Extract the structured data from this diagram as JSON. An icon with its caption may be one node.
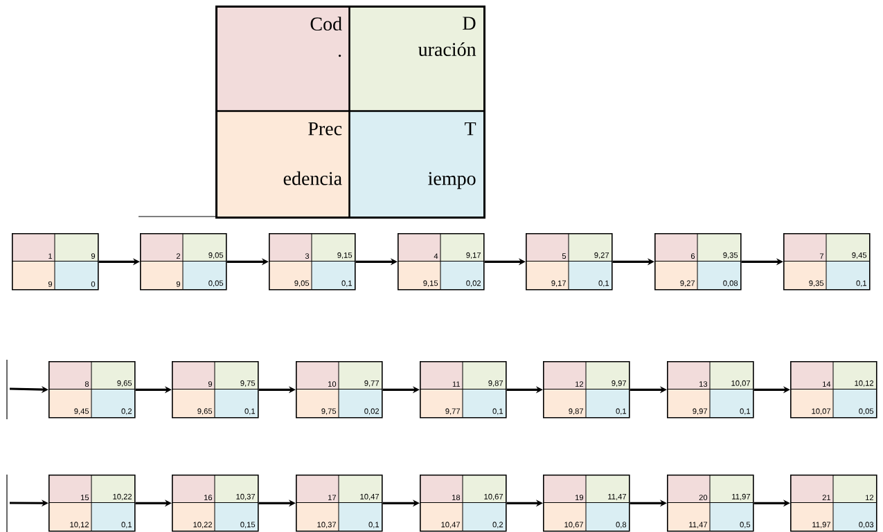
{
  "diagram": {
    "nodes": [
      {
        "text": [
          "Cod .",
          "D uración",
          "Prec edencia",
          "T iempo"
        ]
      },
      {
        "text": [
          "1",
          "9",
          "9",
          "0"
        ]
      },
      {
        "text": [
          "2",
          "9,05",
          "9",
          "0,05"
        ]
      },
      {
        "text": [
          "3",
          "9,15",
          "9,05",
          "0,1"
        ]
      },
      {
        "text": [
          "4",
          "9,17",
          "9,15",
          "0,02"
        ]
      },
      {
        "text": [
          "5",
          "9,27",
          "9,17",
          "0,1"
        ]
      },
      {
        "text": [
          "6",
          "9,35",
          "9,27",
          "0,08"
        ]
      },
      {
        "text": [
          "7",
          "9,45",
          "9,35",
          "0,1"
        ]
      },
      {
        "text": [
          "8",
          "9,65",
          "9,45",
          "0,2"
        ]
      },
      {
        "text": [
          "9",
          "9,75",
          "9,65",
          "0,1"
        ]
      },
      {
        "text": [
          "10",
          "9,77",
          "9,75",
          "0,02"
        ]
      },
      {
        "text": [
          "11",
          "9,87",
          "9,77",
          "0,1"
        ]
      },
      {
        "text": [
          "12",
          "9,97",
          "9,87",
          "0,1"
        ]
      },
      {
        "text": [
          "13",
          "10,07",
          "9,97",
          "0,1"
        ]
      },
      {
        "text": [
          "14",
          "10,12",
          "10,07",
          "0,05"
        ]
      },
      {
        "text": [
          "15",
          "10,22",
          "10,12",
          "0,1"
        ]
      },
      {
        "text": [
          "16",
          "10,37",
          "10,22",
          "0,15"
        ]
      },
      {
        "text": [
          "17",
          "10,47",
          "10,37",
          "0,1"
        ]
      },
      {
        "text": [
          "18",
          "10,67",
          "10,47",
          "0,2"
        ]
      },
      {
        "text": [
          "19",
          "11,47",
          "10,67",
          "0,8"
        ]
      },
      {
        "text": [
          "20",
          "11,97",
          "11,47",
          "0,5"
        ]
      },
      {
        "text": [
          "21",
          "12",
          "11,97",
          "0,03"
        ]
      }
    ],
    "edges": [
      {
        "from": 1,
        "to": 2,
        "arrow": "to"
      },
      {
        "from": 2,
        "to": 3,
        "arrow": "to"
      },
      {
        "from": 3,
        "to": 4,
        "arrow": "to"
      },
      {
        "from": 4,
        "to": 5,
        "arrow": "to"
      },
      {
        "from": 5,
        "to": 6,
        "arrow": "to"
      },
      {
        "from": 6,
        "to": 7,
        "arrow": "to"
      },
      {
        "from": null,
        "to": 8,
        "arrow": "to"
      },
      {
        "from": 8,
        "to": 9,
        "arrow": "to"
      },
      {
        "from": 9,
        "to": 10,
        "arrow": "to"
      },
      {
        "from": 10,
        "to": 11,
        "arrow": "to"
      },
      {
        "from": 11,
        "to": 12,
        "arrow": "to"
      },
      {
        "from": 12,
        "to": 13,
        "arrow": "to"
      },
      {
        "from": 13,
        "to": 14,
        "arrow": "to"
      },
      {
        "from": null,
        "to": 15,
        "arrow": "to"
      },
      {
        "from": 15,
        "to": 16,
        "arrow": "to"
      },
      {
        "from": 16,
        "to": 17,
        "arrow": "to"
      },
      {
        "from": 17,
        "to": 18,
        "arrow": "to"
      },
      {
        "from": 18,
        "to": 19,
        "arrow": "to"
      },
      {
        "from": 19,
        "to": 20,
        "arrow": "to"
      },
      {
        "from": 20,
        "to": 21,
        "arrow": "to"
      }
    ]
  }
}
